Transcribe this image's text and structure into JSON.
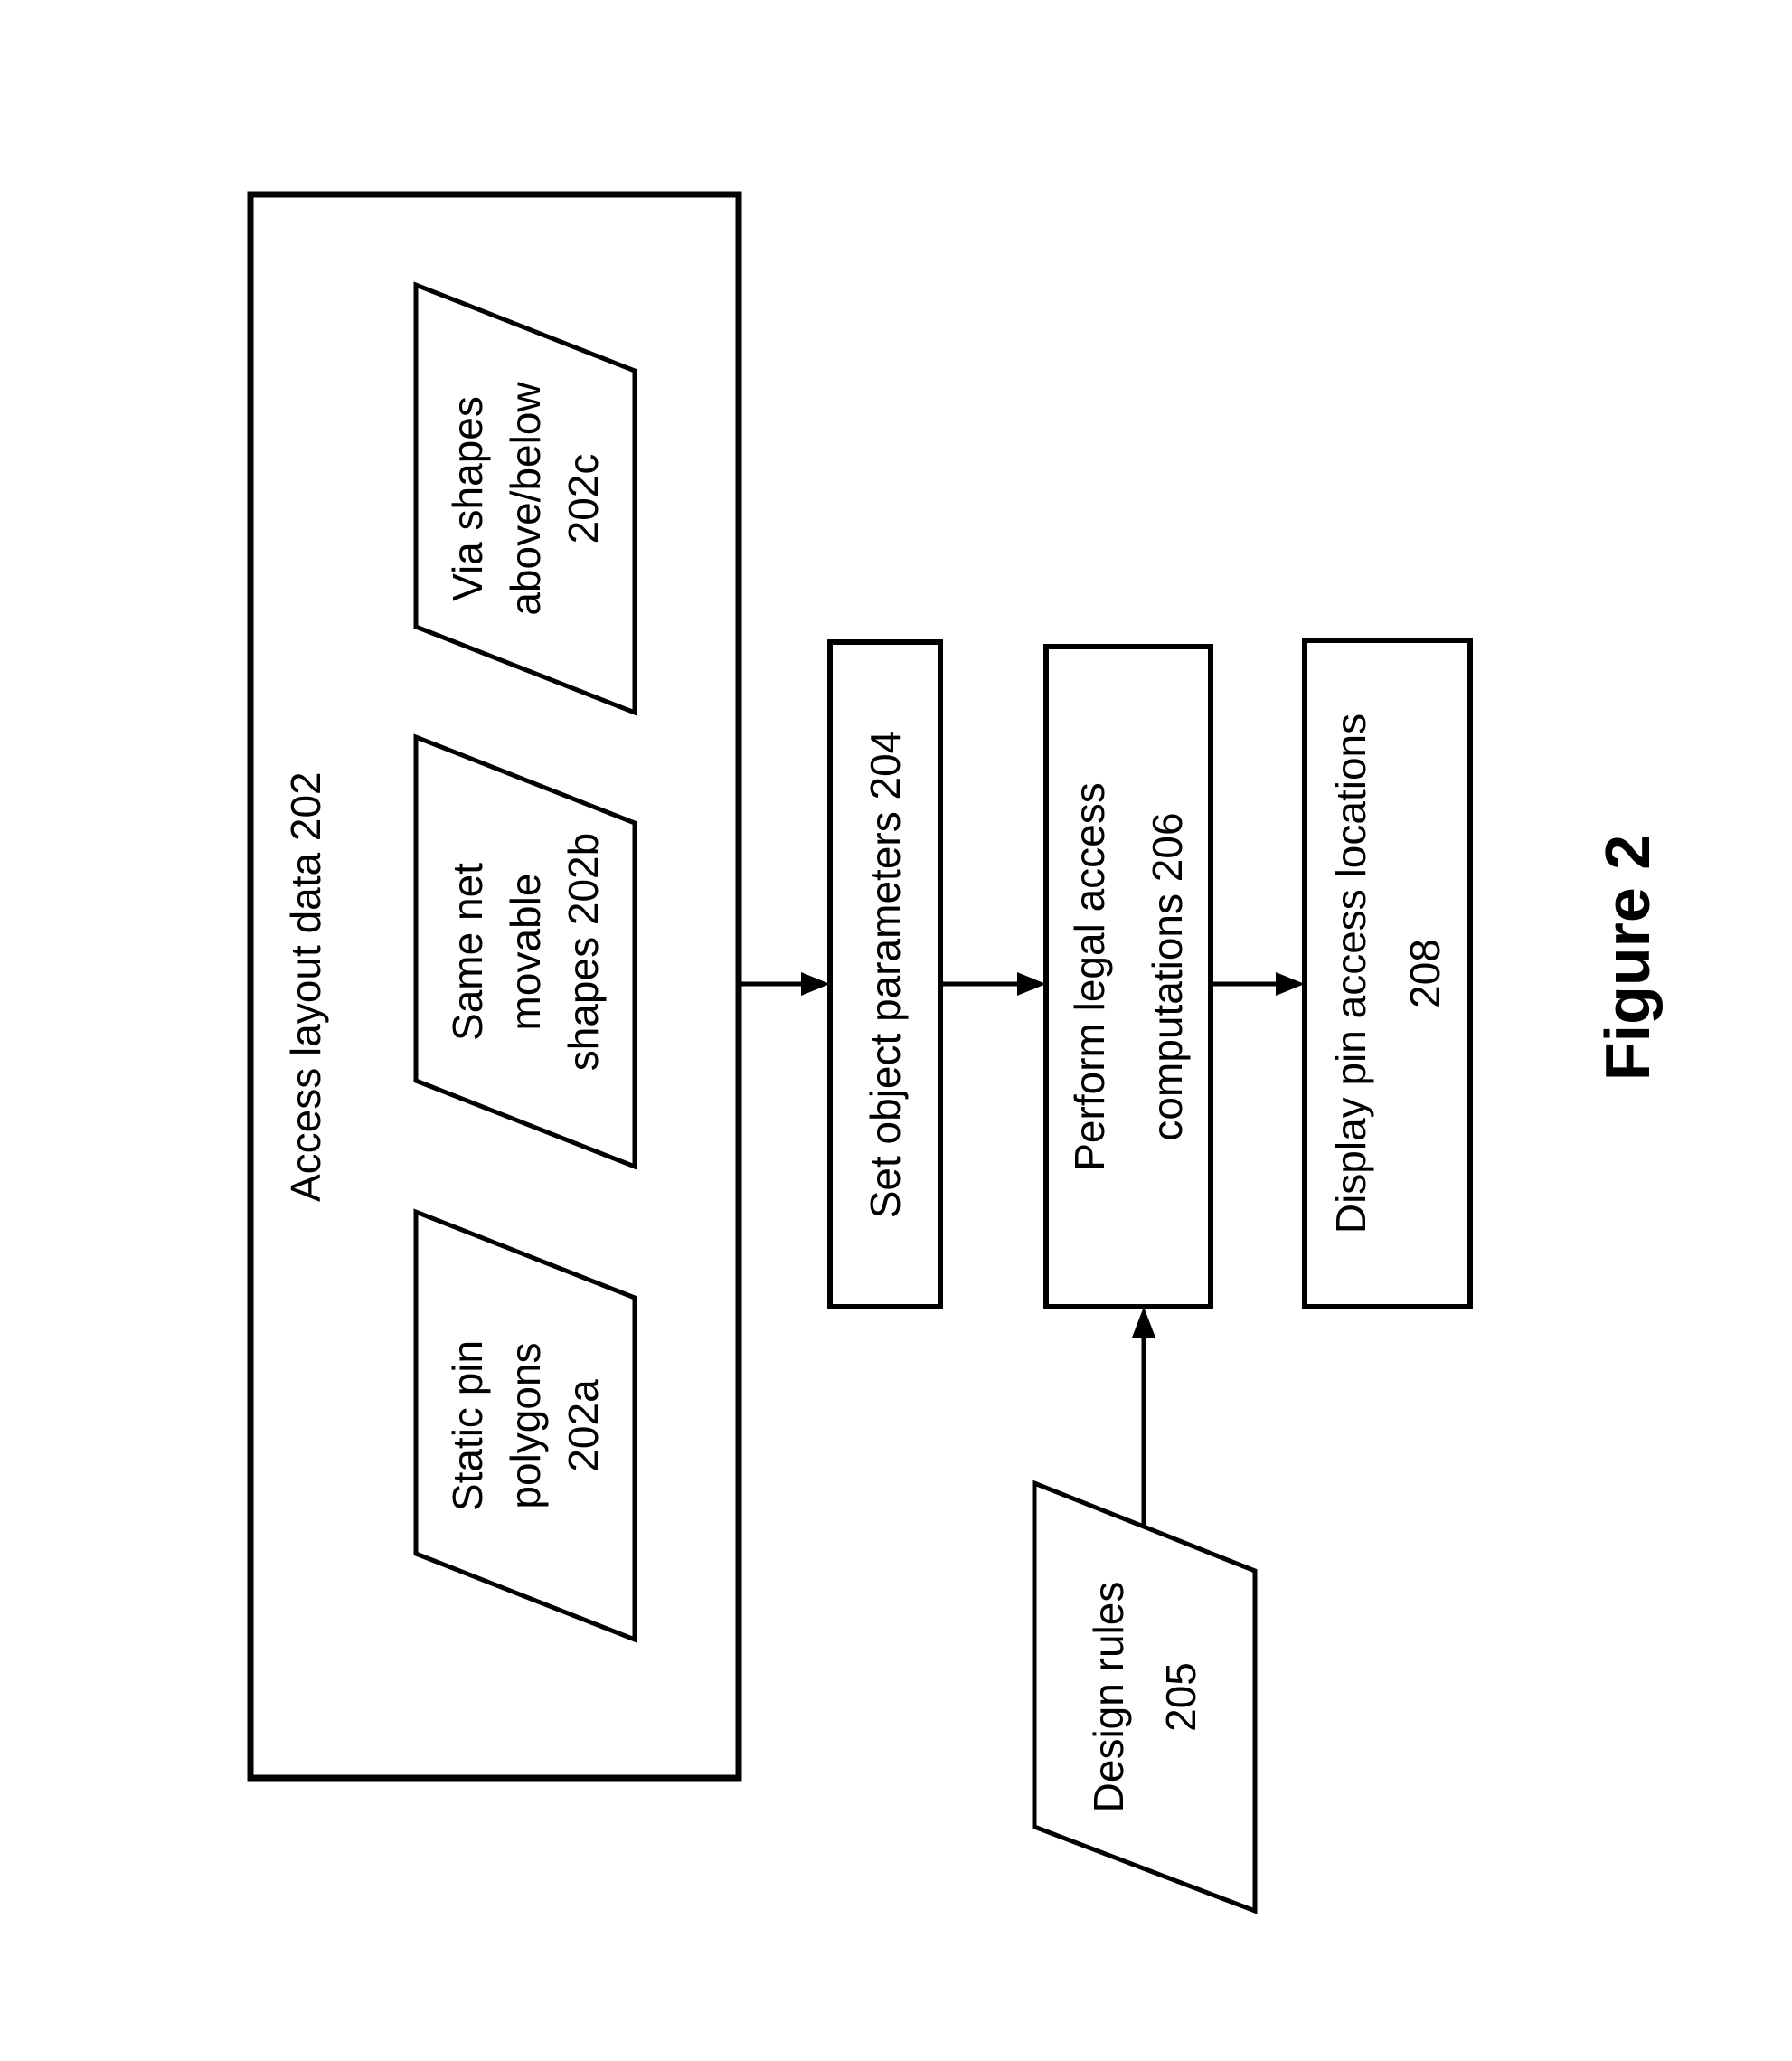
{
  "figure": {
    "caption": "Figure 2"
  },
  "colors": {
    "stroke": "#000000",
    "background": "#ffffff"
  },
  "nodes": {
    "access_layout": {
      "label": "Access layout data 202"
    },
    "static_pins": {
      "lines": [
        "Static pin",
        "polygons",
        "202a"
      ]
    },
    "same_net": {
      "lines": [
        "Same net",
        "movable",
        "shapes 202b"
      ]
    },
    "via_shapes": {
      "lines": [
        "Via shapes",
        "above/below",
        "202c"
      ]
    },
    "set_params": {
      "label": "Set object parameters 204"
    },
    "legal_access": {
      "lines": [
        "Perform legal access",
        "computations 206"
      ]
    },
    "display_pins": {
      "lines": [
        "Display pin access locations",
        "208"
      ]
    },
    "design_rules": {
      "lines": [
        "Design rules",
        "205"
      ]
    }
  }
}
